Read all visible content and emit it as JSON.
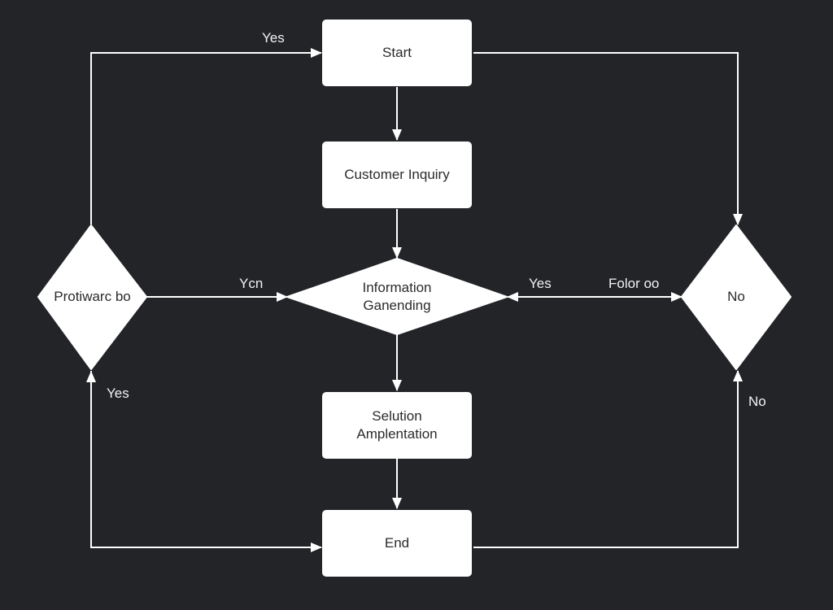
{
  "colors": {
    "background": "#222428",
    "node_fill": "#ffffff",
    "node_text": "#2b2b2b",
    "connector": "#ffffff",
    "edge_label": "#f2f2f2"
  },
  "nodes": {
    "start": "Start",
    "customer_inquiry": "Customer Inquiry",
    "information_gathering": [
      "Information",
      "Ganending"
    ],
    "solution_implementation": [
      "Selution",
      "Amplentation"
    ],
    "end": "End",
    "left_decision": "Protiwarc bo",
    "right_decision": "No"
  },
  "edge_labels": {
    "top_left": "Yes",
    "middle_left": "Ycn",
    "middle_right_yes": "Yes",
    "middle_right_follow": "Folor oo",
    "bottom_left": "Yes",
    "bottom_right": "No"
  }
}
